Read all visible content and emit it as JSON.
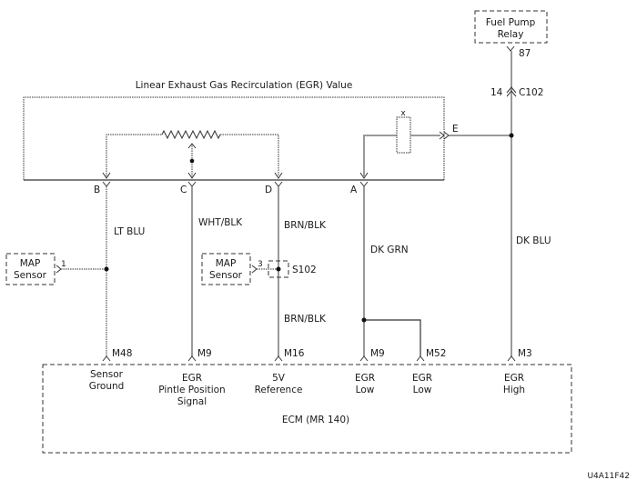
{
  "diagram": {
    "title": "Linear Exhaust Gas Recirculation (EGR) Value",
    "figure_id": "U4A11F42",
    "fuel_pump_relay": {
      "line1": "Fuel Pump",
      "line2": "Relay",
      "pin": "87"
    },
    "connector_c102": {
      "pin": "14",
      "name": "C102"
    },
    "egr_pins": {
      "b": "B",
      "c": "C",
      "d": "D",
      "a": "A",
      "e": "E",
      "coil_mark": "x"
    },
    "wire_colors": {
      "b": "LT BLU",
      "c": "WHT/BLK",
      "d_upper": "BRN/BLK",
      "d_lower": "BRN/BLK",
      "a": "DK GRN",
      "e": "DK BLU"
    },
    "map_sensor_1": {
      "line1": "MAP",
      "line2": "Sensor",
      "pin": "1"
    },
    "map_sensor_2": {
      "line1": "MAP",
      "line2": "Sensor",
      "pin": "3"
    },
    "splice": "S102",
    "ecm": {
      "label": "ECM (MR 140)",
      "terminals": [
        {
          "pin": "M48",
          "line1": "Sensor",
          "line2": "Ground",
          "line3": ""
        },
        {
          "pin": "M9",
          "line1": "EGR",
          "line2": "Pintle Position",
          "line3": "Signal"
        },
        {
          "pin": "M16",
          "line1": "5V",
          "line2": "Reference",
          "line3": ""
        },
        {
          "pin": "M9",
          "line1": "EGR",
          "line2": "Low",
          "line3": ""
        },
        {
          "pin": "M52",
          "line1": "EGR",
          "line2": "Low",
          "line3": ""
        },
        {
          "pin": "M3",
          "line1": "EGR",
          "line2": "High",
          "line3": ""
        }
      ]
    }
  }
}
